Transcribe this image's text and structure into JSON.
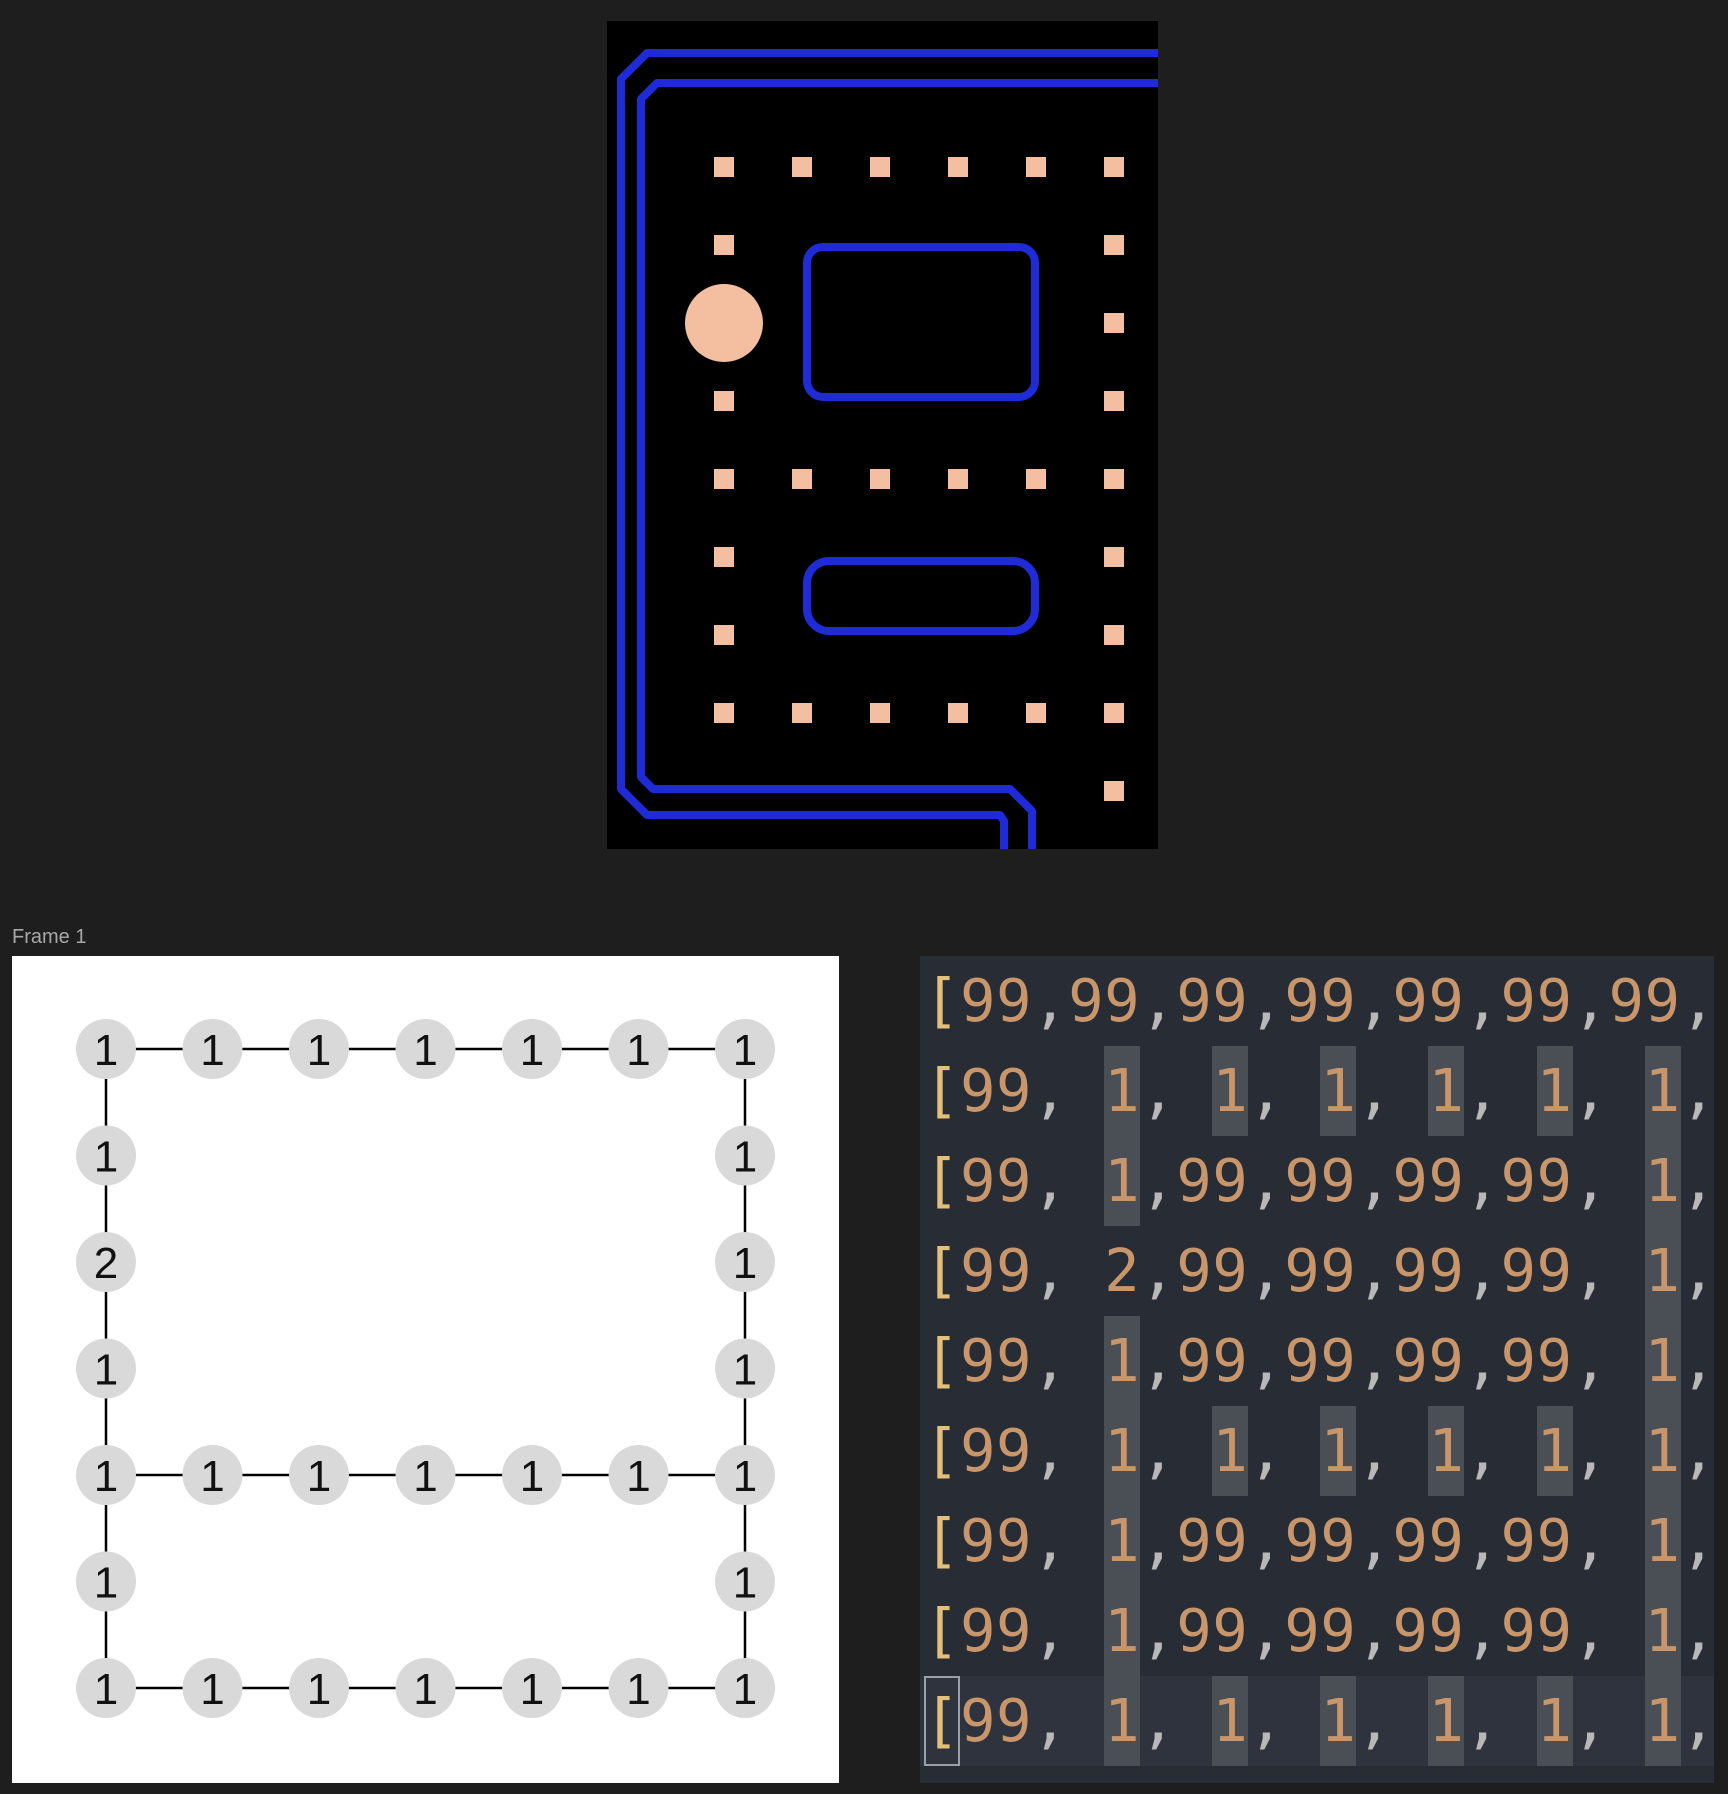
{
  "colors": {
    "background": "#1e1e1e",
    "maze_bg": "#000000",
    "wall": "#1e2bd6",
    "dot": "#f4bea1",
    "graph_node": "#d9d9d9",
    "editor_bg": "#282c34",
    "number": "#c8966a",
    "bracket": "#e5c07b",
    "highlight": "#4a4e55"
  },
  "frame": {
    "label": "Frame 1"
  },
  "maze": {
    "dots_rows": [
      [
        1,
        1,
        1,
        1,
        1,
        1
      ],
      [
        1,
        0,
        0,
        0,
        0,
        1
      ],
      [
        2,
        0,
        0,
        0,
        0,
        1
      ],
      [
        1,
        0,
        0,
        0,
        0,
        1
      ],
      [
        1,
        1,
        1,
        1,
        1,
        1
      ],
      [
        1,
        0,
        0,
        0,
        0,
        1
      ],
      [
        1,
        0,
        0,
        0,
        0,
        1
      ],
      [
        1,
        1,
        1,
        1,
        1,
        1
      ],
      [
        0,
        0,
        0,
        0,
        0,
        1
      ]
    ]
  },
  "graph": {
    "grid": [
      [
        "1",
        "1",
        "1",
        "1",
        "1",
        "1",
        "1"
      ],
      [
        "1",
        "",
        "",
        "",
        "",
        "",
        "1"
      ],
      [
        "2",
        "",
        "",
        "",
        "",
        "",
        "1"
      ],
      [
        "1",
        "",
        "",
        "",
        "",
        "",
        "1"
      ],
      [
        "1",
        "1",
        "1",
        "1",
        "1",
        "1",
        "1"
      ],
      [
        "1",
        "",
        "",
        "",
        "",
        "",
        "1"
      ],
      [
        "1",
        "1",
        "1",
        "1",
        "1",
        "1",
        "1"
      ]
    ]
  },
  "code": {
    "lines": [
      [
        "99",
        "99",
        "99",
        "99",
        "99",
        "99",
        "99"
      ],
      [
        "99",
        "1",
        "1",
        "1",
        "1",
        "1",
        "1"
      ],
      [
        "99",
        "1",
        "99",
        "99",
        "99",
        "99",
        "1"
      ],
      [
        "99",
        "2",
        "99",
        "99",
        "99",
        "99",
        "1"
      ],
      [
        "99",
        "1",
        "99",
        "99",
        "99",
        "99",
        "1"
      ],
      [
        "99",
        "1",
        "1",
        "1",
        "1",
        "1",
        "1"
      ],
      [
        "99",
        "1",
        "99",
        "99",
        "99",
        "99",
        "1"
      ],
      [
        "99",
        "1",
        "99",
        "99",
        "99",
        "99",
        "1"
      ],
      [
        "99",
        "1",
        "1",
        "1",
        "1",
        "1",
        "1"
      ]
    ]
  }
}
